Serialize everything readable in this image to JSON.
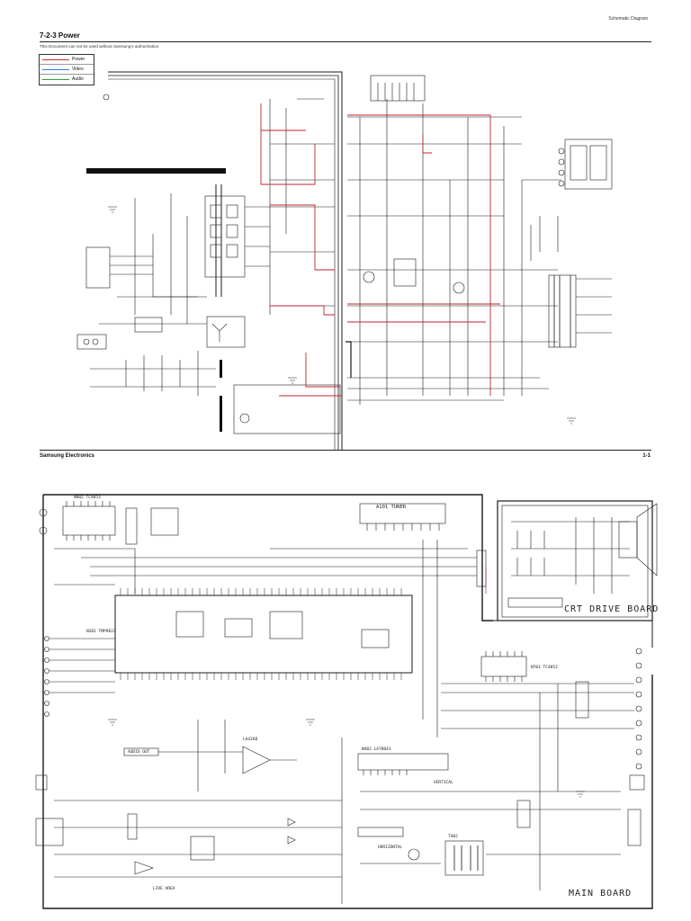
{
  "header": {
    "right_title": "Schematic Diagram"
  },
  "section": {
    "number_title": "7-2-3  Power",
    "notice": "This Document can not be used without Samsung's authorization."
  },
  "legend": {
    "items": [
      {
        "label": "Power",
        "color": "#d62828"
      },
      {
        "label": "Video",
        "color": "#2a7fd6"
      },
      {
        "label": "Audio",
        "color": "#2e9e3e"
      }
    ]
  },
  "footer": {
    "left": "Samsung Electronics",
    "right": "1-1"
  },
  "boards": {
    "crt_drive": "CRT DRIVE BOARD",
    "main": "MAIN BOARD"
  },
  "ic_labels": {
    "tc4053": "N802  TC4053",
    "tuner": "A101  TUNER",
    "tmp": "N201 TMP9823",
    "tc4052": "N701 TC4052",
    "la4268": "LA4268",
    "la78041": "N402 LA78041",
    "vertical": "VERTICAL",
    "audio_out": "AUDIO OUT",
    "line_area": "LIVE AREA",
    "horizontal": "HORIZONTAL",
    "t402": "T402"
  },
  "colors": {
    "power_trace": "#c0262d",
    "ink": "#1a1a1a"
  }
}
